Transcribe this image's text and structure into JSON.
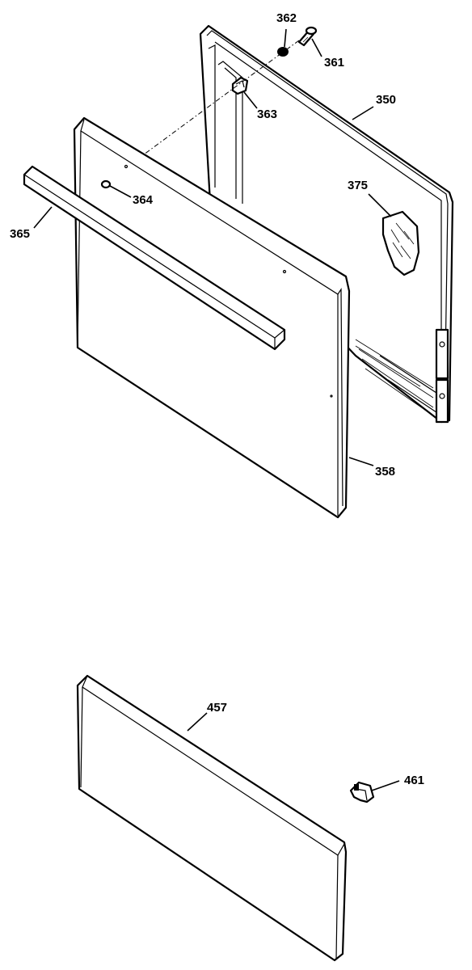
{
  "diagram": {
    "labels": {
      "p361": "361",
      "p362": "362",
      "p363": "363",
      "p350": "350",
      "p375": "375",
      "p364": "364",
      "p365": "365",
      "p358": "358",
      "p457": "457",
      "p461": "461"
    }
  }
}
